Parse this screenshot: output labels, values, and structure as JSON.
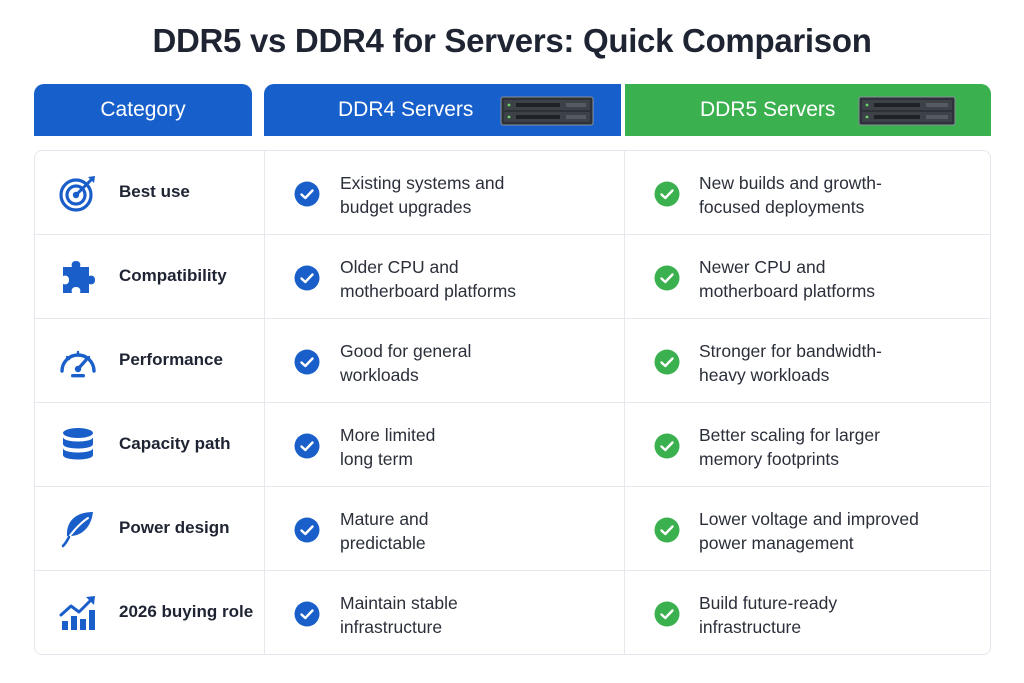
{
  "title": "DDR5 vs DDR4 for Servers: Quick Comparison",
  "header": {
    "category": "Category",
    "ddr4": "DDR4 Servers",
    "ddr5": "DDR5 Servers"
  },
  "colors": {
    "ddr4_blue": "#1760cc",
    "ddr5_green": "#3bb04f",
    "icon_blue": "#1a5fc9"
  },
  "rows": [
    {
      "category": "Best use",
      "icon": "target-icon",
      "ddr4": [
        "Existing systems and",
        "budget upgrades"
      ],
      "ddr5": [
        "New builds and growth-",
        "focused deployments"
      ]
    },
    {
      "category": "Compatibility",
      "icon": "puzzle-icon",
      "ddr4": [
        "Older CPU and",
        "motherboard platforms"
      ],
      "ddr5": [
        "Newer CPU and",
        "motherboard platforms"
      ]
    },
    {
      "category": "Performance",
      "icon": "speedometer-icon",
      "ddr4": [
        "Good for general",
        "workloads"
      ],
      "ddr5": [
        "Stronger for bandwidth-",
        "heavy workloads"
      ]
    },
    {
      "category": "Capacity path",
      "icon": "database-icon",
      "ddr4": [
        "More limited",
        "long term"
      ],
      "ddr5": [
        "Better scaling for larger",
        "memory footprints"
      ]
    },
    {
      "category": "Power design",
      "icon": "leaf-icon",
      "ddr4": [
        "Mature and",
        "predictable"
      ],
      "ddr5": [
        "Lower voltage and improved",
        "power management"
      ]
    },
    {
      "category": "2026 buying role",
      "icon": "growth-chart-icon",
      "ddr4": [
        "Maintain stable",
        "infrastructure"
      ],
      "ddr5": [
        "Build future-ready",
        "infrastructure"
      ]
    }
  ]
}
